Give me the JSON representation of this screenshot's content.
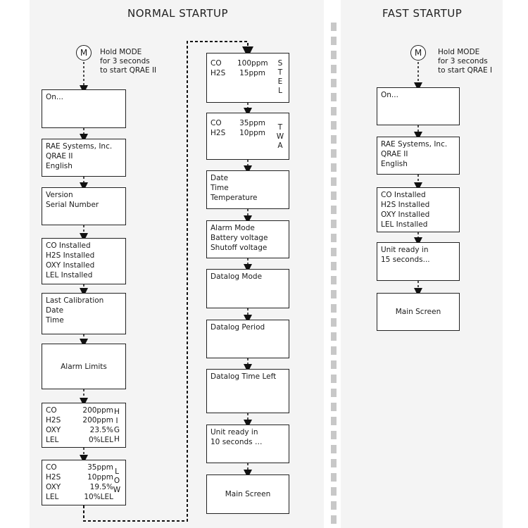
{
  "normal": {
    "title": "NORMAL STARTUP",
    "mode_glyph": "M",
    "mode_note": [
      "Hold MODE",
      "for 3 seconds",
      "to start QRAE II"
    ],
    "on": "On...",
    "company": [
      "RAE Systems, Inc.",
      "QRAE II",
      "English"
    ],
    "version": [
      "Version",
      "Serial Number"
    ],
    "installed": [
      "CO Installed",
      "H2S Installed",
      "OXY Installed",
      "LEL Installed"
    ],
    "calibration": [
      "Last Calibration",
      "Date",
      "Time"
    ],
    "alarm_limits": "Alarm Limits",
    "high": {
      "rows": [
        [
          "CO",
          "200ppm"
        ],
        [
          "H2S",
          "200ppm"
        ],
        [
          "OXY",
          "23.5%"
        ],
        [
          "LEL",
          "0%LEL"
        ]
      ],
      "label": [
        "H",
        "I",
        "G",
        "H"
      ]
    },
    "low": {
      "rows": [
        [
          "CO",
          "35ppm"
        ],
        [
          "H2S",
          "10ppm"
        ],
        [
          "OXY",
          "19.5%"
        ],
        [
          "LEL",
          "10%LEL"
        ]
      ],
      "label": [
        "L",
        "O",
        "W"
      ]
    },
    "stel": {
      "rows": [
        [
          "CO",
          "100ppm"
        ],
        [
          "H2S",
          "15ppm"
        ]
      ],
      "label": [
        "S",
        "T",
        "E",
        "L"
      ]
    },
    "twa": {
      "rows": [
        [
          "CO",
          "35ppm"
        ],
        [
          "H2S",
          "10ppm"
        ]
      ],
      "label": [
        "T",
        "W",
        "A"
      ]
    },
    "datetime": [
      "Date",
      "Time",
      "Temperature"
    ],
    "alarm_mode": [
      "Alarm Mode",
      "Battery voltage",
      "Shutoff voltage"
    ],
    "datalog_mode": "Datalog Mode",
    "datalog_period": "Datalog Period",
    "datalog_time_left": "Datalog Time Left",
    "unit_ready": [
      "Unit ready in",
      "10 seconds …"
    ],
    "main_screen": "Main Screen"
  },
  "fast": {
    "title": "FAST STARTUP",
    "mode_glyph": "M",
    "mode_note": [
      "Hold MODE",
      "for 3 seconds",
      "to start QRAE I"
    ],
    "on": "On...",
    "company": [
      "RAE Systems, Inc.",
      "QRAE II",
      "English"
    ],
    "installed": [
      "CO Installed",
      "H2S Installed",
      "OXY Installed",
      "LEL Installed"
    ],
    "unit_ready": [
      "Unit ready in",
      "15 seconds..."
    ],
    "main_screen": "Main Screen"
  }
}
